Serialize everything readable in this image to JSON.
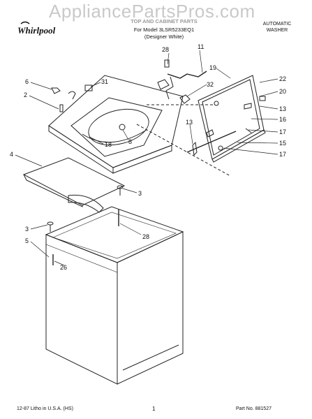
{
  "watermark": "AppliancePartsPros.com",
  "brand": {
    "logo_text": "Whirlpool",
    "logo_icon": "whirlpool-swirl-icon"
  },
  "header": {
    "title": "TOP AND CABINET PARTS",
    "model_line": "For Model 3LSR5233EQ1",
    "color_line": "(Designer White)",
    "product_type": [
      "AUTOMATIC",
      "WASHER"
    ]
  },
  "callouts": {
    "c28_top": "28",
    "c11": "11",
    "c19": "19",
    "c22": "22",
    "c20": "20",
    "c32": "32",
    "c31": "31",
    "c6": "6",
    "c2": "2",
    "c13a": "13",
    "c13b": "13",
    "c16": "16",
    "c17a": "17",
    "c15": "15",
    "c17b": "17",
    "c18": "18",
    "c8": "8",
    "c4": "4",
    "c3a": "3",
    "c3b": "3",
    "c28_mid": "28",
    "c5": "5",
    "c26": "26"
  },
  "footer": {
    "left": "12-87 Litho in U.S.A. (HS)",
    "page": "1",
    "part": "Part No. 881527"
  }
}
